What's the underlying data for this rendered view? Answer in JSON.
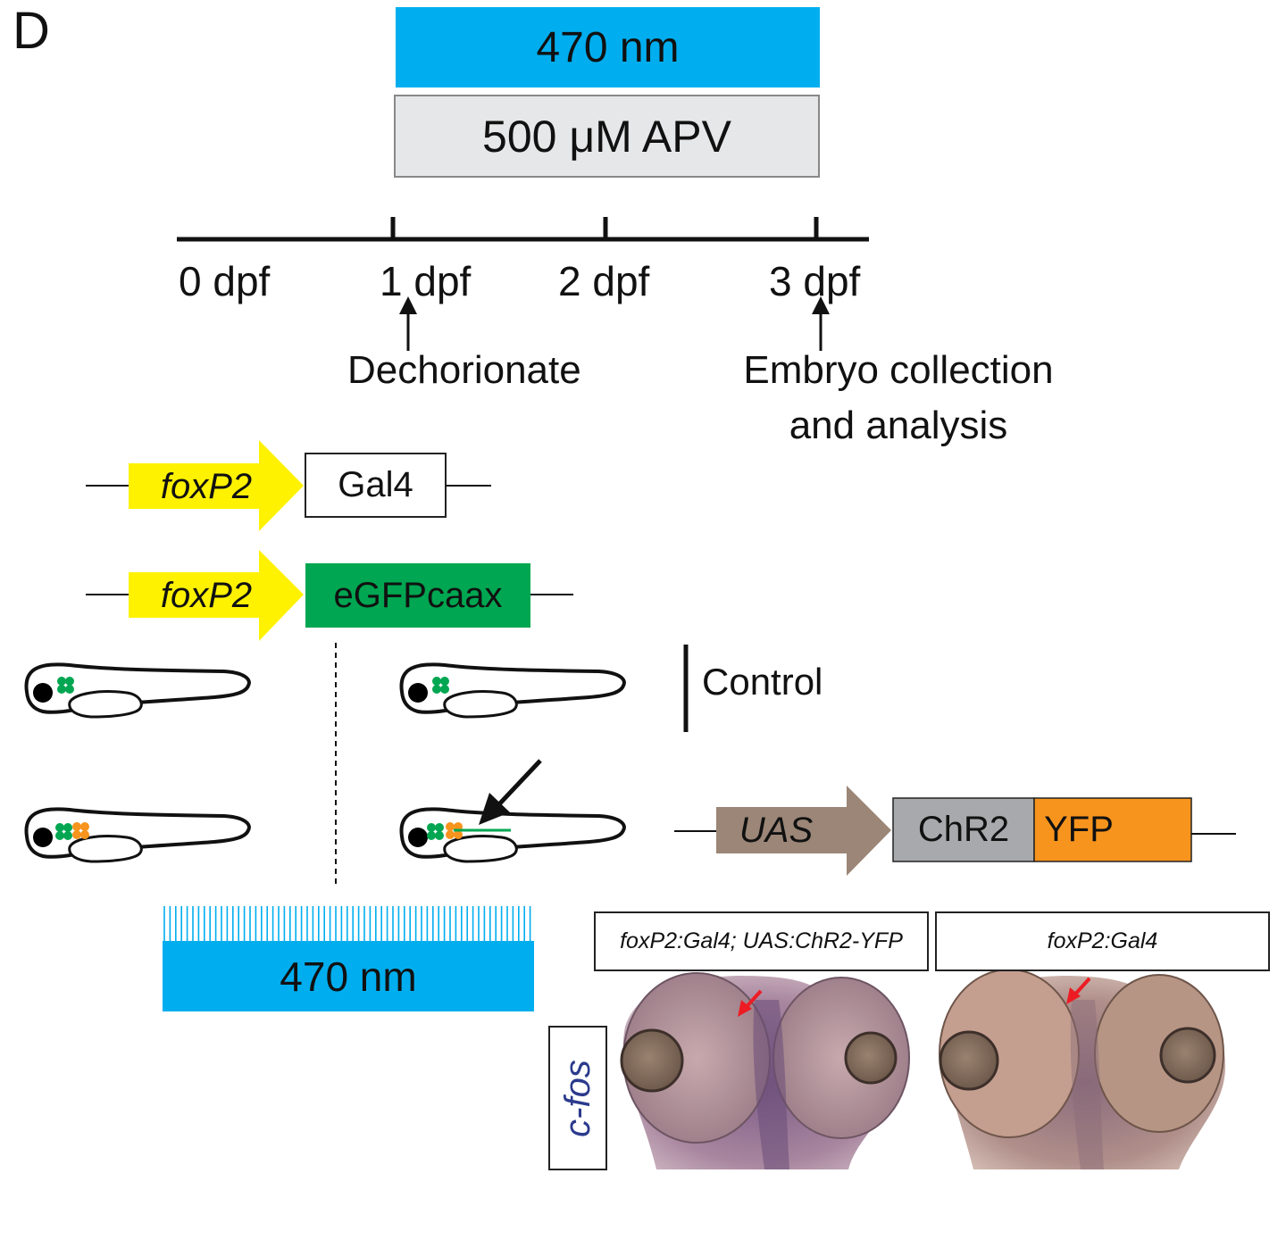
{
  "panel_label": "D",
  "treatment": {
    "light_label": "470 nm",
    "drug_label": "500 μM APV",
    "colors": {
      "light": "#00aeef",
      "drug": "#e6e7e8"
    }
  },
  "timeline": {
    "ticks": [
      "0 dpf",
      "1 dpf",
      "2 dpf",
      "3 dpf"
    ],
    "dechorionate": "Dechorionate",
    "collection_line1": "Embryo collection",
    "collection_line2": "and analysis"
  },
  "constructs": {
    "promoter": "foxP2",
    "gal4": "Gal4",
    "reporter": "eGFPcaax",
    "uas": "UAS",
    "chr2": "ChR2",
    "yfp": "YFP",
    "colors": {
      "promoter": "#fff200",
      "reporter": "#00a651",
      "uas": "#9b8677",
      "chr2": "#a7a9ac",
      "yfp": "#f7941d"
    }
  },
  "fish": {
    "control_label": "Control",
    "colors": {
      "green_cluster": "#00a651",
      "orange_cluster": "#f7941d",
      "eye": "#000000"
    }
  },
  "stimulation": {
    "label": "470 nm",
    "color": "#00aeef"
  },
  "images": {
    "label_left": "foxP2:Gal4; UAS:ChR2-YFP",
    "label_right": "foxP2:Gal4",
    "stain_label": "c-fos"
  }
}
